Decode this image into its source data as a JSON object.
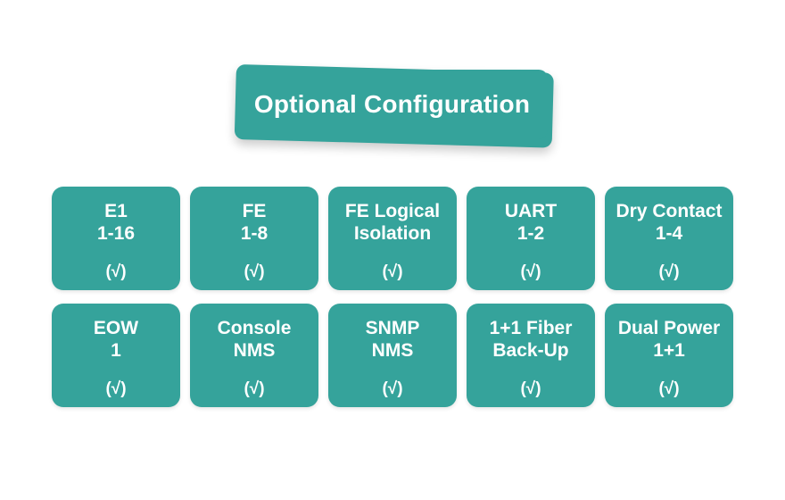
{
  "colors": {
    "teal": "#35a39b",
    "background": "#ffffff",
    "text": "#ffffff"
  },
  "banner": {
    "title": "Optional Configuration"
  },
  "cards": {
    "row1": [
      {
        "title": "E1",
        "sub": "1-16",
        "mark": "(√)"
      },
      {
        "title": "FE",
        "sub": "1-8",
        "mark": "(√)"
      },
      {
        "title": "FE Logical",
        "sub": "Isolation",
        "mark": "(√)"
      },
      {
        "title": "UART",
        "sub": "1-2",
        "mark": "(√)"
      },
      {
        "title": "Dry Contact",
        "sub": "1-4",
        "mark": "(√)"
      }
    ],
    "row2": [
      {
        "title": "EOW",
        "sub": "1",
        "mark": "(√)"
      },
      {
        "title": "Console",
        "sub": "NMS",
        "mark": "(√)"
      },
      {
        "title": "SNMP",
        "sub": "NMS",
        "mark": "(√)"
      },
      {
        "title": "1+1 Fiber",
        "sub": "Back-Up",
        "mark": "(√)"
      },
      {
        "title": "Dual Power",
        "sub": "1+1",
        "mark": "(√)"
      }
    ]
  }
}
